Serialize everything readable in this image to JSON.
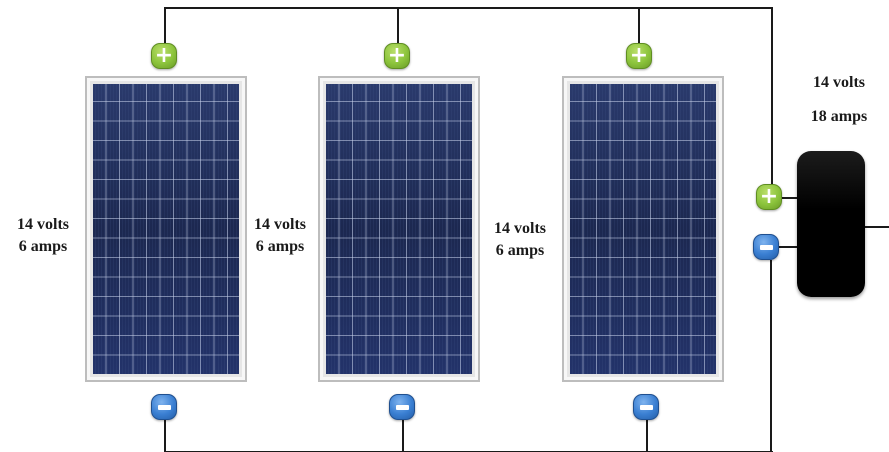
{
  "panels": [
    {
      "label_volts": "14 volts",
      "label_amps": "6 amps"
    },
    {
      "label_volts": "14 volts",
      "label_amps": "6 amps"
    },
    {
      "label_volts": "14 volts",
      "label_amps": "6 amps"
    }
  ],
  "output": {
    "volts": "14 volts",
    "amps": "18 amps"
  },
  "icons": {
    "positive": "plus-terminal-icon",
    "negative": "minus-terminal-icon"
  },
  "colors": {
    "positive_terminal": "#8cc43c",
    "negative_terminal": "#3a7fd2",
    "panel_cells": "#1f2d57",
    "battery": "#000000"
  }
}
